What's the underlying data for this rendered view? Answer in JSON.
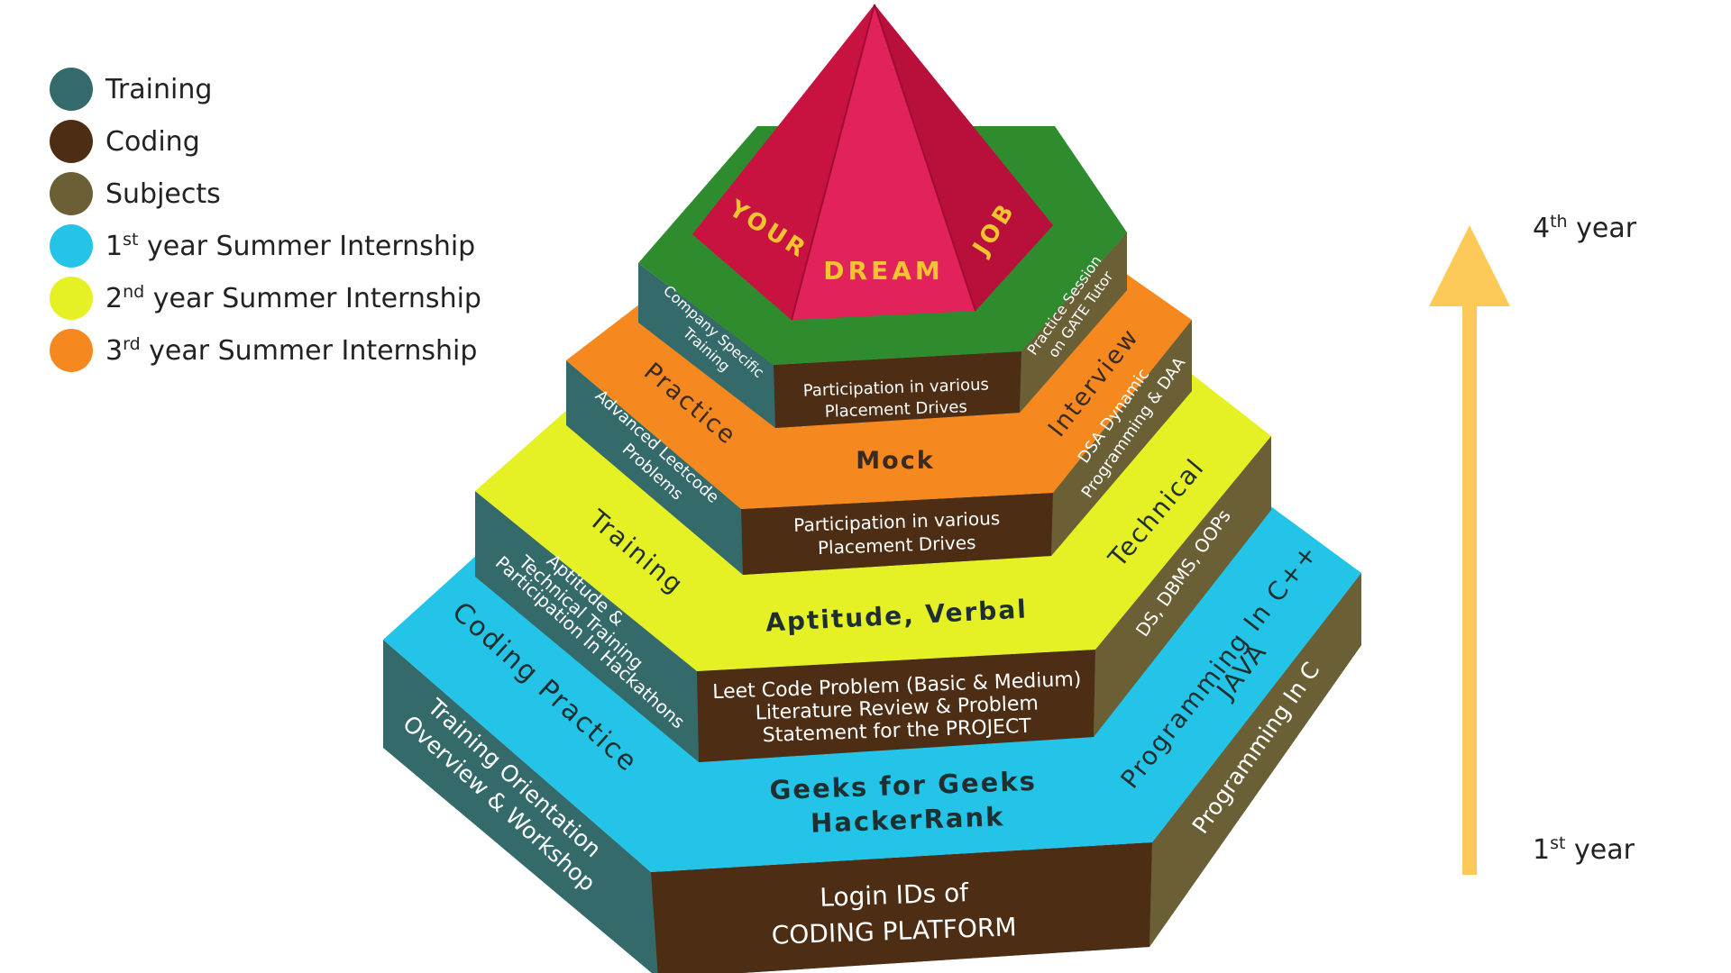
{
  "legend": [
    {
      "label": "Training",
      "color": "#356a6a"
    },
    {
      "label": "Coding",
      "color": "#4d2d14"
    },
    {
      "label": "Subjects",
      "color": "#6b5f36"
    },
    {
      "num": "1",
      "suffix": "st",
      "label": " year Summer Internship",
      "color": "#23c4e8"
    },
    {
      "num": "2",
      "suffix": "nd",
      "label": " year Summer Internship",
      "color": "#e5f025"
    },
    {
      "num": "3",
      "suffix": "rd",
      "label": " year Summer Internship",
      "color": "#f5881f"
    }
  ],
  "years": {
    "top": {
      "num": "4",
      "suffix": "th",
      "label": " year"
    },
    "bottom": {
      "num": "1",
      "suffix": "st",
      "label": " year"
    }
  },
  "arrow_color": "#fdc959",
  "apex": {
    "word1": "YOUR",
    "word2": "DREAM",
    "word3": "JOB"
  },
  "tier1": {
    "top_left": "Coding Practice",
    "top_center_1": "Geeks for Geeks",
    "top_center_2": "HackerRank",
    "top_right": "Programming In C++",
    "top_right_2": "JAVA",
    "left_side_1": "Training Orientation",
    "left_side_2": "Overview & Workshop",
    "front_1": "Login IDs of",
    "front_2": "CODING PLATFORM",
    "right_side": "Programming In C"
  },
  "tier2": {
    "top_left": "Training",
    "top_center": "Aptitude, Verbal",
    "top_right": "Technical",
    "left_side_1": "Aptitude &",
    "left_side_2": "Technical Training",
    "left_side_3": "Participation In Hackathons",
    "front_1": "Leet Code Problem (Basic & Medium)",
    "front_2": "Literature Review & Problem",
    "front_3": "Statement for the PROJECT",
    "right_side": "DS, DBMS, OOPs"
  },
  "tier3": {
    "top_left": "Practice",
    "top_center": "Mock",
    "top_right": "Interview",
    "left_side_1": "Advanced Leetcode",
    "left_side_2": "Problems",
    "front_1": "Participation in various",
    "front_2": "Placement Drives",
    "right_side_1": "DSA Dynamic",
    "right_side_2": "Programming & DAA"
  },
  "tier4": {
    "left_side_1": "Company Specific",
    "left_side_2": "Training",
    "front_1": "Participation in various",
    "front_2": "Placement Drives",
    "right_side_1": "Practice Session",
    "right_side_2": "on GATE Tutor"
  }
}
